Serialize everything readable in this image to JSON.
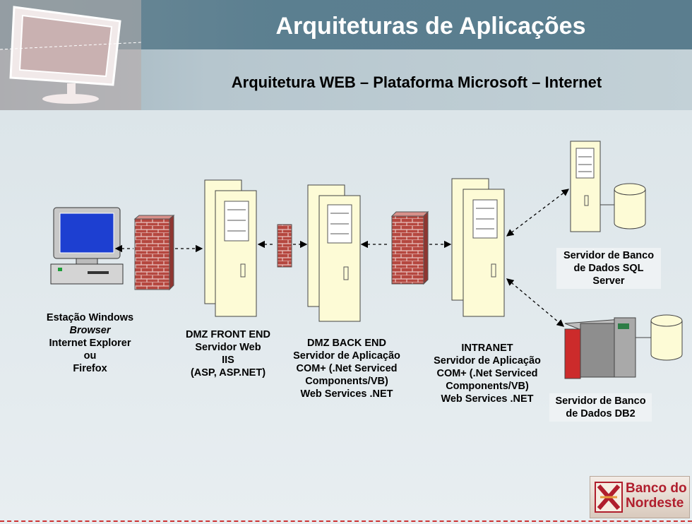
{
  "header": {
    "title": "Arquiteturas de Aplicações",
    "subtitle": "Arquitetura WEB – Plataforma Microsoft – Internet"
  },
  "nodes": {
    "client": {
      "line1": "Estação Windows",
      "line2": "Browser",
      "line3": "Internet Explorer",
      "line4": "ou",
      "line5": "Firefox"
    },
    "front_end": {
      "line1": "DMZ FRONT END",
      "line2": "Servidor Web",
      "line3": "IIS",
      "line4": "(ASP, ASP.NET)"
    },
    "back_end": {
      "line1": "DMZ BACK END",
      "line2": "Servidor de Aplicação",
      "line3": "COM+ (.Net Serviced",
      "line4": "Components/VB)",
      "line5": "Web Services .NET"
    },
    "intranet": {
      "line1": "INTRANET",
      "line2": "Servidor de Aplicação",
      "line3": "COM+ (.Net Serviced",
      "line4": "Components/VB)",
      "line5": "Web Services .NET"
    },
    "sql_server": {
      "line1": "Servidor de Banco",
      "line2": "de Dados SQL",
      "line3": "Server"
    },
    "db2": {
      "line1": "Servidor de Banco",
      "line2": "de Dados DB2"
    }
  },
  "logo": {
    "line1": "Banco do",
    "line2": "Nordeste"
  },
  "colors": {
    "header": "#5a7d8e",
    "firewall": "#b5473f",
    "server": "#fdfbd6",
    "db2_red": "#cc2b2b",
    "logo_red": "#b01e2d"
  }
}
